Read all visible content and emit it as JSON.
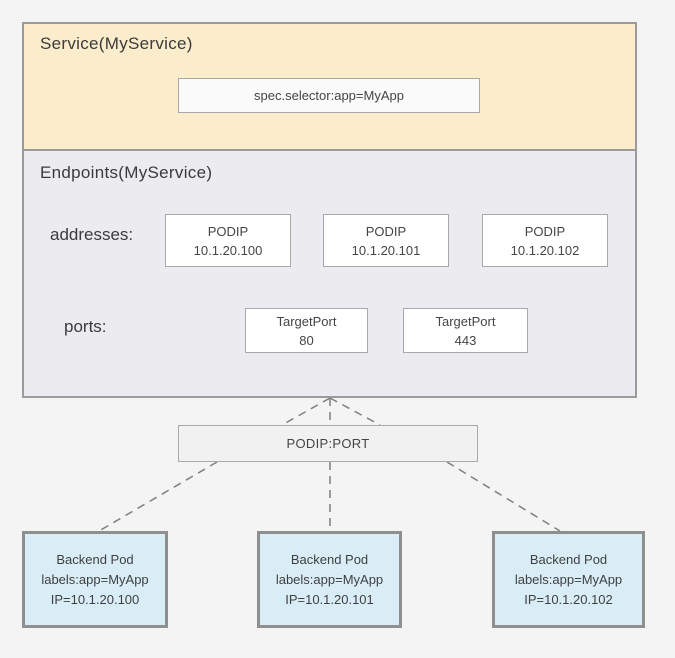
{
  "colors": {
    "page_bg": "#f4f4f4",
    "service_bg": "#fbeccb",
    "endpoints_bg": "#ebebf0",
    "pod_bg": "#d9edf7",
    "mini_box_bg": "#ffffff",
    "connector_bg": "#f1f1f1",
    "outer_border": "#9b9b9b",
    "inner_border": "#a9a9a9",
    "pod_border": "#8f8f8f",
    "dash_line": "#7f7f7f",
    "text": "#3e3e3e"
  },
  "service": {
    "title": "Service(MyService)",
    "selector": "spec.selector:app=MyApp"
  },
  "endpoints": {
    "title": "Endpoints(MyService)",
    "addresses_label": "addresses:",
    "ports_label": "ports:",
    "addresses": [
      {
        "type": "PODIP",
        "value": "10.1.20.100"
      },
      {
        "type": "PODIP",
        "value": "10.1.20.101"
      },
      {
        "type": "PODIP",
        "value": "10.1.20.102"
      }
    ],
    "ports": [
      {
        "type": "TargetPort",
        "value": "80"
      },
      {
        "type": "TargetPort",
        "value": "443"
      }
    ]
  },
  "connector": {
    "label": "PODIP:PORT"
  },
  "pods": [
    {
      "name": "Backend Pod",
      "labels": "labels:app=MyApp",
      "ip": "IP=10.1.20.100"
    },
    {
      "name": "Backend Pod",
      "labels": "labels:app=MyApp",
      "ip": "IP=10.1.20.101"
    },
    {
      "name": "Backend Pod",
      "labels": "labels:app=MyApp",
      "ip": "IP=10.1.20.102"
    }
  ]
}
